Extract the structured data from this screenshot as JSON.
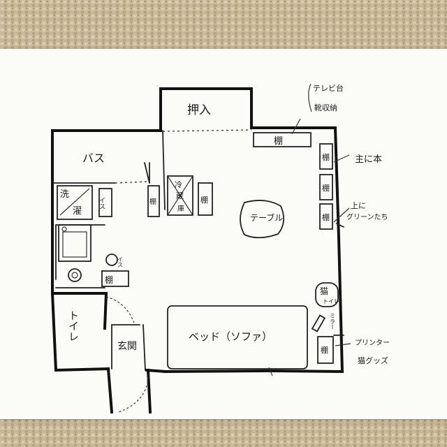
{
  "rooms": {
    "closet": "押入",
    "bath": "バス",
    "toilet": "トイレ",
    "entrance": "玄関",
    "bed": "ベッド（ソファ）",
    "table": "テーブル"
  },
  "furniture": {
    "washer_1": "洗",
    "washer_2": "濯",
    "chair_small": "イス",
    "fridge_1": "冷",
    "fridge_2": "蔵",
    "fridge_3": "庫",
    "shelf": "棚",
    "chair_round": "イス",
    "cat_toilet_1": "猫",
    "cat_toilet_2": "トイレ",
    "mirror": "ミラー"
  },
  "notes": {
    "tv_1": "テレビ台",
    "tv_2": "靴収納",
    "books": "主に本",
    "plants_1": "上に",
    "plants_2": "グリーンたち",
    "printer_1": "プリンター",
    "printer_2": "猫グッズ"
  },
  "colors": {
    "paper": "#fbfbf8",
    "ink": "#111111",
    "carpet": "#c8b898"
  }
}
